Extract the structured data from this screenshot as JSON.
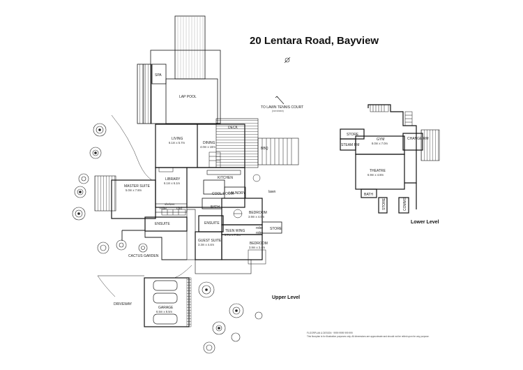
{
  "title": "20 Lentara Road, Bayview",
  "levels": {
    "upper": "Upper Level",
    "lower": "Lower Level"
  },
  "rooms": {
    "spa": "SPA",
    "lap_pool": "LAP POOL",
    "tennis": "TO LAWN TENNIS COURT",
    "tennis_note": "(not shown)",
    "living": "LIVING",
    "living_dim": "6.1m x 5.7m",
    "dining": "DINING",
    "dining_dim": "4.0m x 10m",
    "deck": "DECK",
    "bbq": "BBQ",
    "library": "LIBRARY",
    "library_dim": "6.1m x 6.1m",
    "kitchen": "KITCHEN",
    "cool_room": "COOL ROOM",
    "laundry": "LAUNDRY",
    "lawn": "lawn",
    "master": "MASTER SUITE",
    "master_dim": "5.0m x 7.8m",
    "robe": "robe",
    "cbd": "cbd",
    "shelves": "shelves",
    "bath": "BATH",
    "ensuite": "ENSUITE",
    "bedroom1": "BEDROOM",
    "bedroom1_dim": "3.9m x 4.0m",
    "store": "STORE",
    "teen": "TEEN WING",
    "teen_dim": "3.7m x 7.5m",
    "guest": "GUEST SUITE",
    "guest_dim": "3.3m x 4.4m",
    "bedroom2": "BEDROOM",
    "bedroom2_dim": "3.9m x 3.4m",
    "cactus": "CACTUS GARDEN",
    "driveway": "DRIVEWAY",
    "garage": "GARAGE",
    "garage_dim": "6.5m x 8.5m",
    "steam": "STEAM RM",
    "gym": "GYM",
    "gym_dim": "8.0m x 7.0m",
    "change": "CHANGE RM",
    "theatre": "THEATRE",
    "theatre_dim": "6.9m x 4.8m",
    "comms": "COMMS"
  },
  "footnote": {
    "line1": "FLOORPLAN & DESIGN · 9999 9999 999 999",
    "line2": "This floorplan is for illustration purposes only. All dimensions are approximate and should not be relied upon for any purpose."
  }
}
